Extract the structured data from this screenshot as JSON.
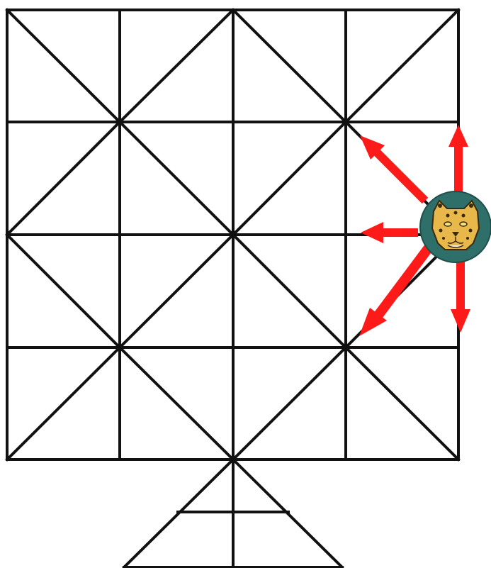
{
  "game": {
    "pieces": [
      {
        "name": "jaguar",
        "icon": "jaguar-icon"
      }
    ],
    "move_arrows": [
      "up",
      "up-left",
      "left",
      "down-left",
      "down"
    ],
    "colors": {
      "line": "#111111",
      "arrow": "#ff1a1a",
      "token_bg": "#2f6f6a",
      "jaguar_fur": "#e8b84a"
    }
  }
}
